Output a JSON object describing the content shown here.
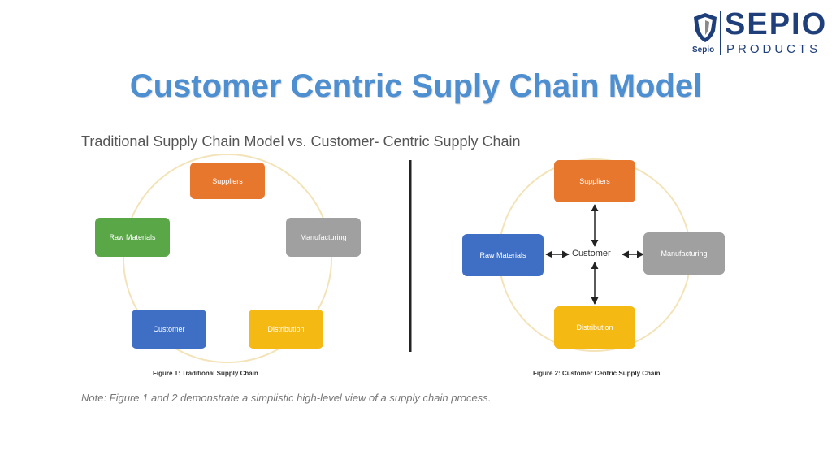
{
  "logo": {
    "brand": "SEPIO",
    "subtitle": "PRODUCTS",
    "small_label": "Sepio"
  },
  "title": "Customer Centric Suply Chain Model",
  "diagram_title": "Traditional Supply Chain Model vs. Customer- Centric Supply Chain",
  "traditional": {
    "nodes": {
      "suppliers": "Suppliers",
      "manufacturing": "Manufacturing",
      "distribution": "Distribution",
      "customer": "Customer",
      "raw_materials": "Raw Materials"
    },
    "caption": "Figure 1: Traditional Supply Chain"
  },
  "customer_centric": {
    "center": "Customer",
    "nodes": {
      "suppliers": "Suppliers",
      "manufacturing": "Manufacturing",
      "distribution": "Distribution",
      "raw_materials": "Raw Materials"
    },
    "caption": "Figure 2: Customer Centric Supply Chain"
  },
  "note": "Note: Figure 1 and 2 demonstrate a simplistic high-level view of a supply chain process.",
  "colors": {
    "title": "#4d8fd0",
    "orange": "#e8772e",
    "gray": "#a0a0a0",
    "yellow": "#f5b914",
    "blue": "#3f6fc4",
    "green": "#5aa747",
    "brand": "#1f3f7a"
  }
}
